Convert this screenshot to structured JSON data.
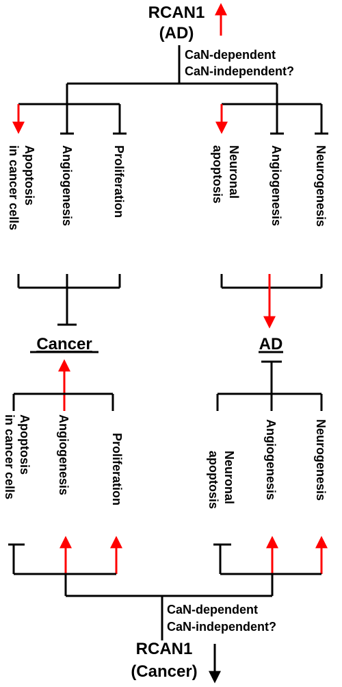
{
  "colors": {
    "activate": "#ff0000",
    "inhibit": "#000000"
  },
  "top": {
    "title_line1": "RCAN1",
    "title_line2": "(AD)",
    "note_line1": "CaN-dependent",
    "note_line2": "CaN-independent?",
    "left_branch": {
      "apoptosis_line1": "Apoptosis",
      "apoptosis_line2": "in cancer cells",
      "angiogenesis": "Angiogenesis",
      "proliferation": "Proliferation"
    },
    "right_branch": {
      "apoptosis_line1": "Neuronal",
      "apoptosis_line2": "apoptosis",
      "angiogenesis": "Angiogenesis",
      "neurogenesis": "Neurogenesis"
    }
  },
  "outcomes": {
    "cancer": "Cancer",
    "ad": "AD"
  },
  "bottom": {
    "title_line1": "RCAN1",
    "title_line2": "(Cancer)",
    "note_line1": "CaN-dependent",
    "note_line2": "CaN-independent?",
    "left_branch": {
      "apoptosis_line1": "Apoptosis",
      "apoptosis_line2": "in cancer cells",
      "angiogenesis": "Angiogenesis",
      "proliferation": "Proliferation"
    },
    "right_branch": {
      "apoptosis_line1": "Neuronal",
      "apoptosis_line2": "apoptosis",
      "angiogenesis": "Angiogenesis",
      "neurogenesis": "Neurogenesis"
    }
  }
}
